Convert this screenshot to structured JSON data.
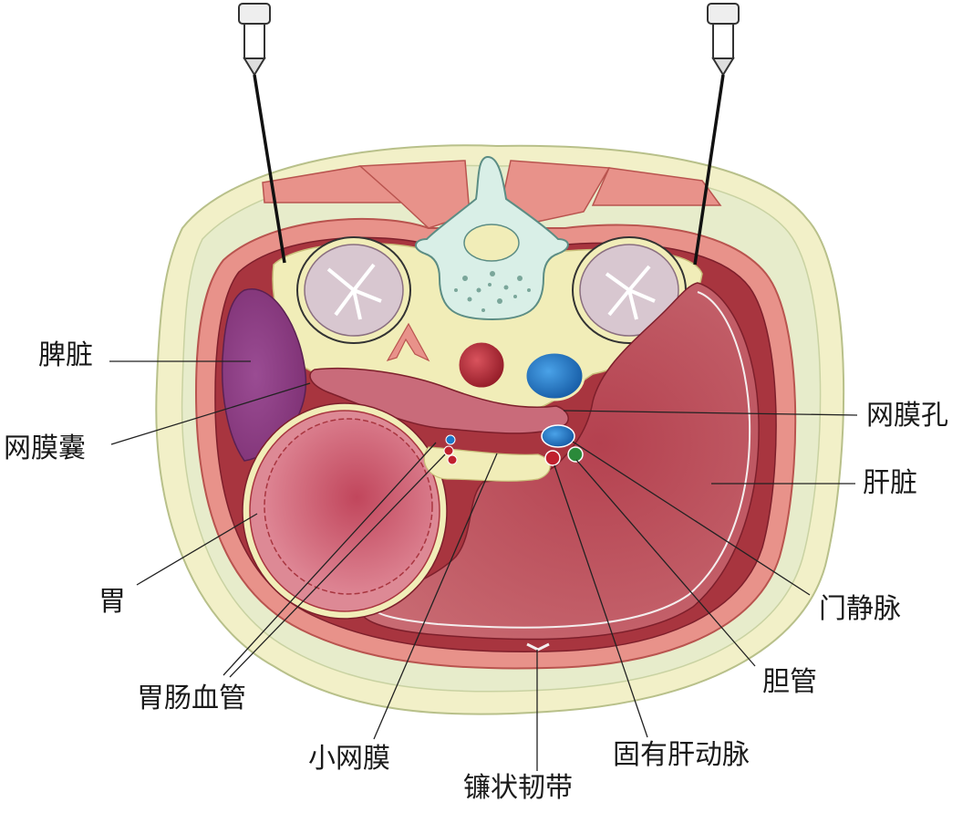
{
  "labels": {
    "spleen": "脾脏",
    "omental_bursa": "网膜囊",
    "stomach": "胃",
    "gastro_vessels": "胃肠血管",
    "lesser_omentum": "小网膜",
    "falciform": "镰状韧带",
    "hepatic_artery": "固有肝动脉",
    "bile_duct": "胆管",
    "portal_vein": "门静脉",
    "liver": "肝脏",
    "epiploic_foramen": "网膜孔"
  },
  "colors": {
    "skin": "#f2f0c8",
    "fat": "#e7eccb",
    "muscle": "#e8928a",
    "peritoneum": "#a8353f",
    "liver": "#b14350",
    "spleen": "#8a3d82",
    "stomach": "#c9566a",
    "kidney": "#d8c7d0",
    "bone": "#d9efe7",
    "aorta": "#b3202e",
    "vein": "#1c76c9",
    "bile": "#2b8a3a"
  }
}
